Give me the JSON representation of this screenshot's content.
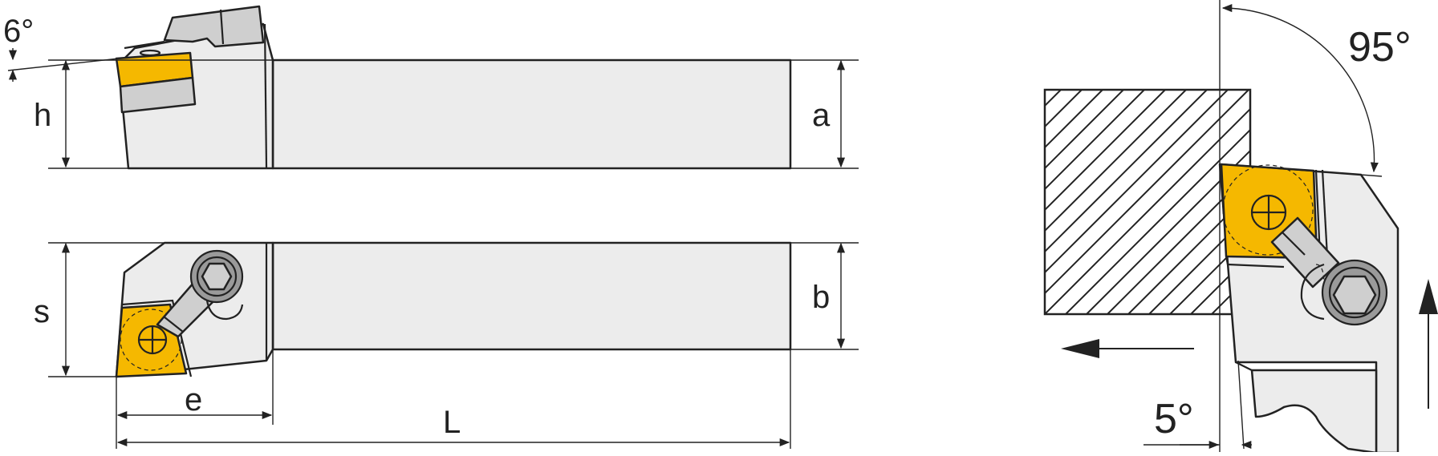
{
  "labels": {
    "h": "h",
    "a": "a",
    "s": "s",
    "b": "b",
    "e": "e",
    "L": "L",
    "angle_top": "6°",
    "angle_approach": "95°",
    "angle_clearance": "5°"
  },
  "colors": {
    "insert": "#f5b800",
    "body": "#ececec",
    "clamp": "#cfcfcf",
    "outline": "#222222"
  },
  "icons": {
    "feed_arrow_left": "arrow-left-icon",
    "feed_arrow_up": "arrow-up-icon",
    "screw_head": "hex-socket-icon"
  }
}
